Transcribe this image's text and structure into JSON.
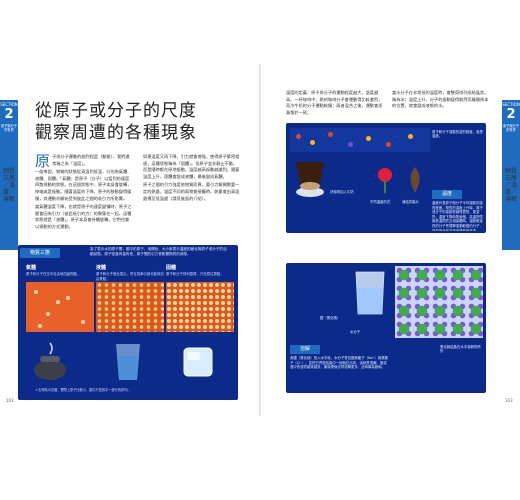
{
  "left": {
    "sidetab": {
      "section": "SECTION",
      "number": "2",
      "sub": "原子與分子的世界"
    },
    "vertical_label": "物質三態／溫度／溶解",
    "title_line1": "從原子或分子的尺度",
    "title_line2": "觀察周遭的各種現象",
    "dropcap": "原",
    "para1": "子與分子運動的劇烈程度（動能），我們通常稱之為「溫度」。",
    "para2": "一般來說，物質的狀態從高溫到低溫，分別為氣體、液體、固體。「氣體」是原子（分子）以猛烈的速度四散飛動的狀態。在這個狀態中，原子本身會旋轉，伸縮或是振動。隨著溫度的下降，原子的移動變得緩慢，其運動亦開始受到彼此之間的吸引力所影響。",
    "para3": "當氣體溫度下降，也就是原子的速度變慢時，原子之間會因為引力（彼此吸引的力）的聚集在一起，這種狀態就是「液體」。原子本身會持續旋轉，它們也會以振動的方式運動。",
    "para4": "如果溫度又再下降，引力就會增強，使得原子緊密相連，這種狀態稱為「固體」。但原子並非靜止不動，而是隨時都在原地振動，溫度越高振動越激烈。隨著溫度上升，固體會變成液體，最後變成氣體。",
    "para5": "原子之間的引力強度依物質而異，要引力解開需要一定的熱量，溫度不同的兩物質接觸時，熱量會由高溫處傳至低溫處（請見後面的介紹）。",
    "panel": {
      "head": "物質三態",
      "intro": "為了表示水的原子間，圖中的原子，用顏色、大小來表示溫度的變化與原子或分子的活動狀態。原子密度有高有低，原子間的引力會影響物質的狀態。",
      "gas": {
        "name": "氣體",
        "desc": "原子和分子在空中自由地四處飛動。"
      },
      "liquid": {
        "name": "液體",
        "desc": "原子和分子彼此靠近，會互相牽引卻也能夠自由移動。"
      },
      "solid": {
        "name": "固體",
        "desc": "原子和分子排列整齊，只在原位振動。"
      },
      "note": "＊右側為示意圖，實際上原子比較小，圖中只是其中一部分的排列。"
    },
    "page_number": "102"
  },
  "right": {
    "sidetab": {
      "section": "SECTION",
      "number": "2",
      "sub": "原子與分子的世界"
    },
    "vertical_label": "物質三態／溫度／溶解",
    "para1": "溫度的定義：原子與分子的運動程度越大，溫度越高。一杯咖啡中，熱的咖啡分子會運動得比較激烈，而冷牛奶的分子運動較慢；兩者混合之後，運動會逐漸趨於一致。",
    "para2": "當水分子在非常低的溫度時，會整齊排列成結晶狀，稱為冰；溫度上升，分子的振動變得劇烈而離開原本的位置，就會變成液態的水。",
    "panel1": {
      "label": "原子和分子運動的激烈程度，就是溫度。",
      "coffee_caption": "熱咖啡加入牛奶",
      "flower_caption": "不同溫度的花",
      "leaf_caption": "凍結的葉片",
      "head": "溫度",
      "text": "溫度代表原子與分子平均運動的激烈程度。物質的溫度上升時，原子或分子的運動會變得更快、更激烈；溫度下降時則變慢。高溫物質與低溫物質互相接觸時，運動較激烈的分子會撞擊運動較慢的分子，熱量因此從高溫處傳到低溫處。"
    },
    "panel2": {
      "head": "溶解",
      "text": "食鹽（氯化鈉）放入水中後，水分子會包圍鈉離子（Na⁺）與氯離子（Cl⁻），並把它們從結晶中一個個拉出來，這就是溶解。當溶液中的溶質越來越多，最後便無法再溶解更多，此時稱為飽和。",
      "salt_caption": "鹽（氯化鈉）",
      "water_caption": "水分子",
      "right_caption": "氯化鈉結晶在水中溶解的情形"
    },
    "page_number": "103"
  }
}
